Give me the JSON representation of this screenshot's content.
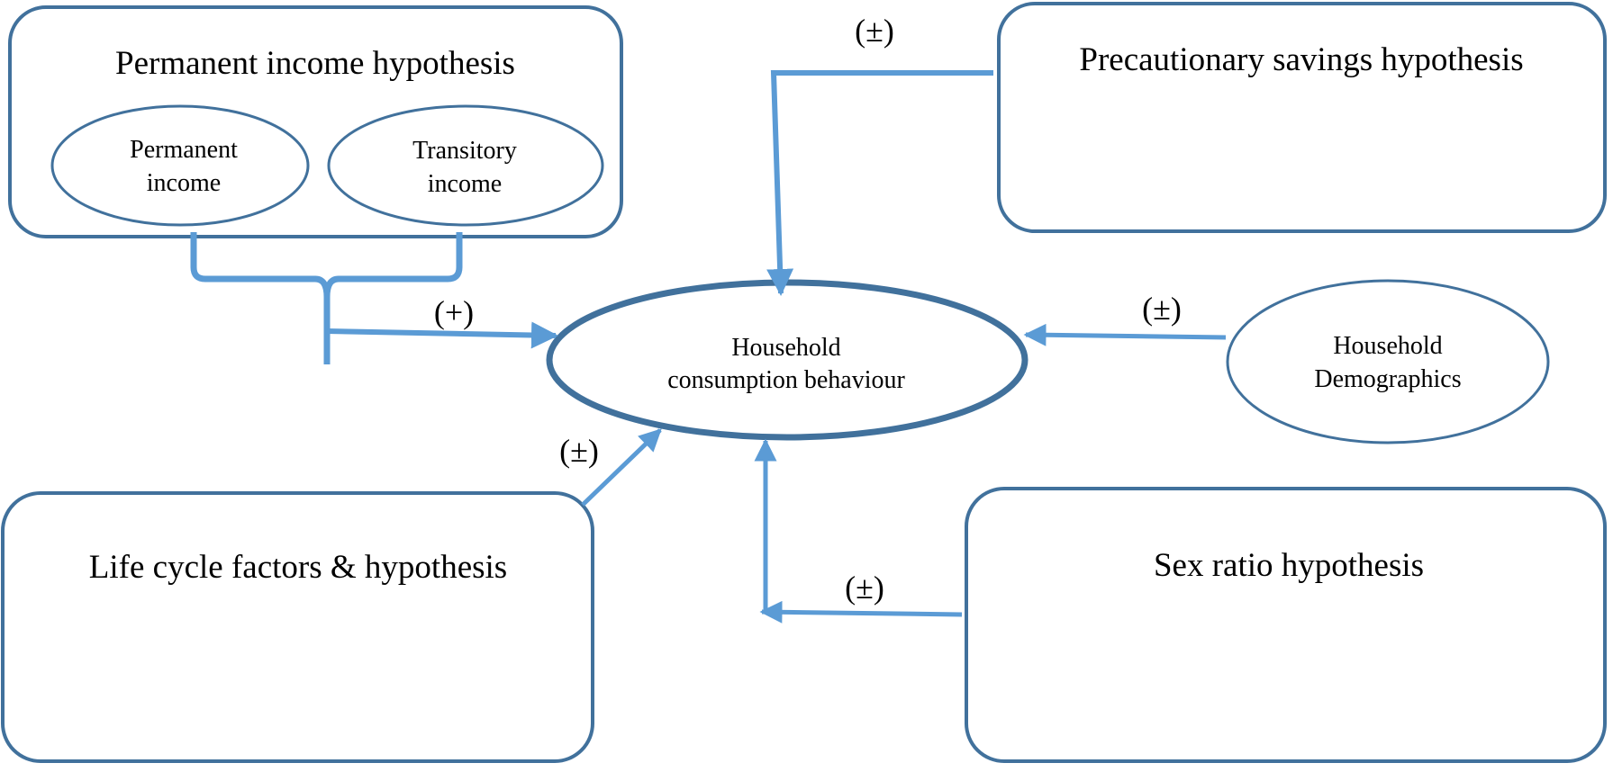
{
  "diagram": {
    "colors": {
      "node_border": "#41719C",
      "connector": "#5B9BD5",
      "background": "#FFFFFF",
      "text": "#000000"
    },
    "nodes": {
      "permanent_income_hypothesis": {
        "title": "Permanent income hypothesis",
        "children": {
          "permanent_income": {
            "line1": "Permanent",
            "line2": "income"
          },
          "transitory_income": {
            "line1": "Transitory",
            "line2": "income"
          }
        }
      },
      "precautionary_savings_hypothesis": {
        "title": "Precautionary savings hypothesis"
      },
      "household_consumption": {
        "line1": "Household",
        "line2": "consumption behaviour"
      },
      "household_demographics": {
        "line1": "Household",
        "line2": "Demographics"
      },
      "life_cycle": {
        "title": "Life cycle factors & hypothesis"
      },
      "sex_ratio": {
        "title": "Sex ratio hypothesis"
      }
    },
    "edges": {
      "permanent_income_to_consumption": {
        "sign": "(+)"
      },
      "precautionary_to_consumption": {
        "sign": "(±)"
      },
      "demographics_to_consumption": {
        "sign": "(±)"
      },
      "life_cycle_to_consumption": {
        "sign": "(±)"
      },
      "sex_ratio_to_consumption": {
        "sign": "(±)"
      }
    }
  }
}
